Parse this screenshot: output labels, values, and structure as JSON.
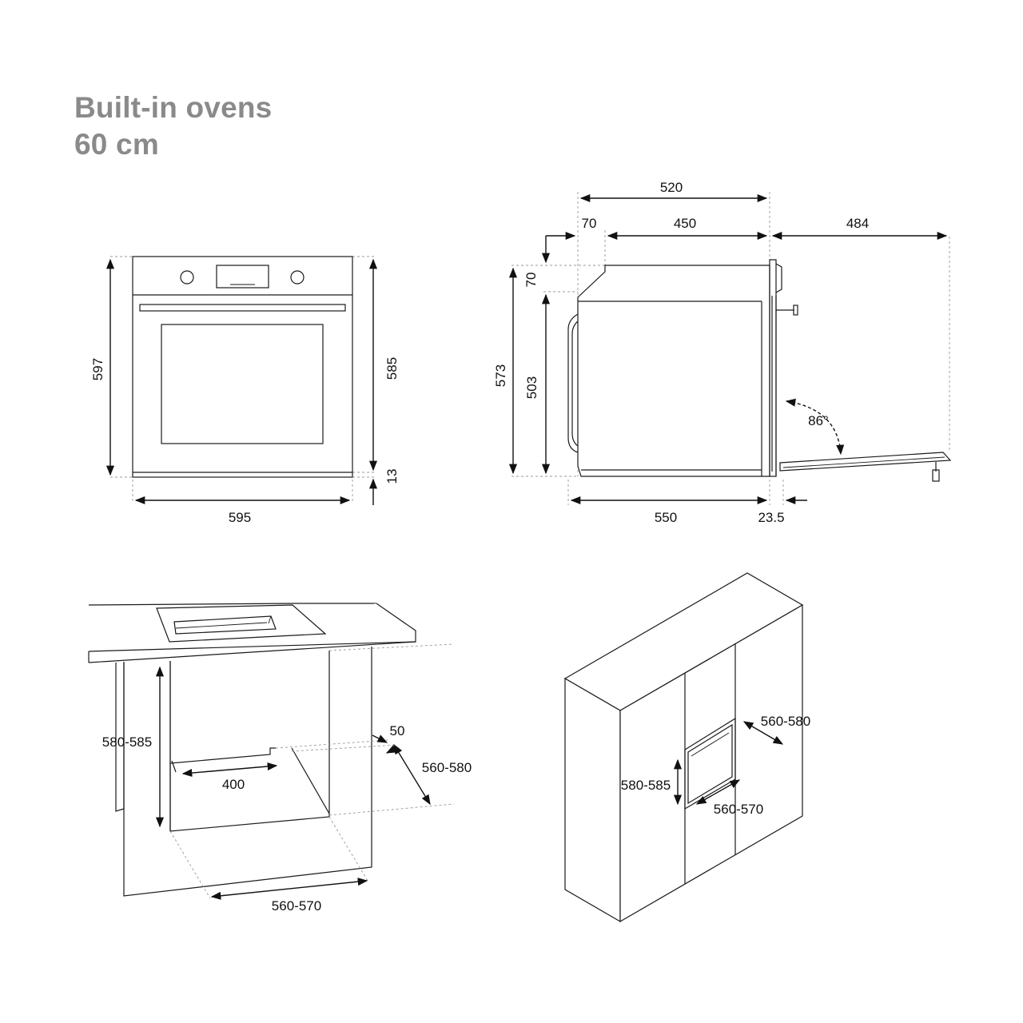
{
  "title": {
    "line1": "Built-in ovens",
    "line2": "60 cm"
  },
  "front_view": {
    "width": "595",
    "height_total": "597",
    "height_body": "585",
    "bottom_gap": "13"
  },
  "side_view": {
    "depth_top": "520",
    "offset_top": "70",
    "depth_inner": "450",
    "door_open": "484",
    "offset_vertical": "70",
    "height_total": "573",
    "height_body": "503",
    "door_angle": "86°",
    "depth_body": "550",
    "door_thickness": "23.5"
  },
  "under_counter": {
    "height": "580-585",
    "rear_opening": "400",
    "rear_gap": "50",
    "depth": "560-580",
    "width": "560-570"
  },
  "column_install": {
    "depth": "560-580",
    "height": "580-585",
    "width": "560-570"
  }
}
